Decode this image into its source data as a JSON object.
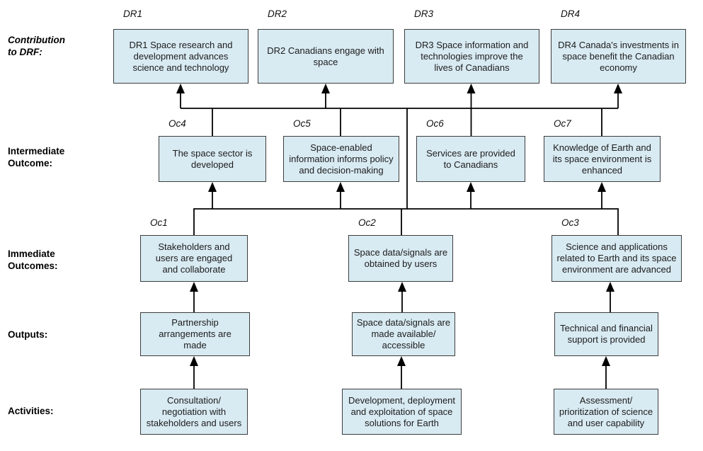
{
  "row_labels": {
    "contribution": "Contribution\nto DRF:",
    "intermediate": "Intermediate\nOutcome:",
    "immediate": "Immediate\nOutcomes:",
    "outputs": "Outputs:",
    "activities": "Activities:"
  },
  "colors": {
    "box_fill": "#d8eaf2",
    "box_border": "#3d3d3d",
    "connector_line": "#000000",
    "background": "#ffffff"
  },
  "nodes": {
    "dr1": {
      "tag": "DR1",
      "text": "DR1 Space research and\ndevelopment advances\nscience and technology"
    },
    "dr2": {
      "tag": "DR2",
      "text": "DR2 Canadians engage with\nspace"
    },
    "dr3": {
      "tag": "DR3",
      "text": "DR3 Space information and\ntechnologies improve the\nlives of Canadians"
    },
    "dr4": {
      "tag": "DR4",
      "text": "DR4 Canada's investments in\nspace benefit the Canadian\neconomy"
    },
    "oc4": {
      "tag": "Oc4",
      "text": "The space sector is\ndeveloped"
    },
    "oc5": {
      "tag": "Oc5",
      "text": "Space-enabled\ninformation informs policy\nand decision-making"
    },
    "oc6": {
      "tag": "Oc6",
      "text": "Services are provided\nto Canadians"
    },
    "oc7": {
      "tag": "Oc7",
      "text": "Knowledge of Earth and\nits space environment is\nenhanced"
    },
    "oc1": {
      "tag": "Oc1",
      "text": "Stakeholders and\nusers are engaged\nand collaborate"
    },
    "oc2": {
      "tag": "Oc2",
      "text": "Space data/signals are\nobtained by users"
    },
    "oc3": {
      "tag": "Oc3",
      "text": "Science and applications\nrelated to Earth and its space\nenvironment are advanced"
    },
    "out1": {
      "text": "Partnership\narrangements are\nmade"
    },
    "out2": {
      "text": "Space data/signals are\nmade available/\naccessible"
    },
    "out3": {
      "text": "Technical and financial\nsupport is provided"
    },
    "act1": {
      "text": "Consultation/\nnegotiation with\nstakeholders and users"
    },
    "act2": {
      "text": "Development, deployment\nand exploitation of space\nsolutions for Earth"
    },
    "act3": {
      "text": "Assessment/\nprioritization of science\nand user capability"
    }
  }
}
